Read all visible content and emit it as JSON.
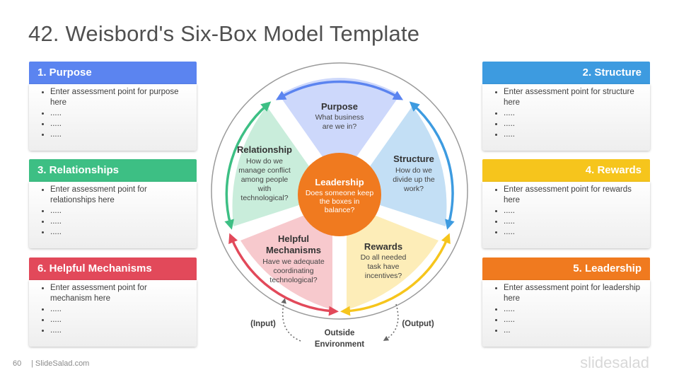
{
  "title": "42. Weisbord's Six-Box Model Template",
  "boxes": {
    "purpose": {
      "heading": "1. Purpose",
      "color": "#5b84f0",
      "points": [
        "Enter assessment  point for purpose here",
        ".....",
        ".....",
        "....."
      ]
    },
    "relationships": {
      "heading": "3. Relationships",
      "color": "#3dbf84",
      "points": [
        "Enter assessment  point for relationships here",
        ".....",
        ".....",
        "....."
      ]
    },
    "mechanisms": {
      "heading": "6. Helpful Mechanisms",
      "color": "#e2495a",
      "points": [
        "Enter assessment  point for mechanism here",
        ".....",
        ".....",
        "....."
      ]
    },
    "structure": {
      "heading": "2. Structure",
      "color": "#3d9be0",
      "points": [
        "Enter assessment  point for structure here",
        ".....",
        ".....",
        "....."
      ]
    },
    "rewards": {
      "heading": "4. Rewards",
      "color": "#f6c51c",
      "points": [
        "Enter assessment  point for rewards here",
        ".....",
        ".....",
        "....."
      ]
    },
    "leadership": {
      "heading": "5. Leadership",
      "color": "#f07a1f",
      "points": [
        "Enter assessment  point for leadership here",
        ".....",
        ".....",
        "..."
      ]
    }
  },
  "diagram": {
    "purpose": {
      "title": "Purpose",
      "lines": [
        "What business",
        "are we in?"
      ],
      "fill": "#cdd8fb",
      "arrow": "#5b84f0"
    },
    "structure": {
      "title": "Structure",
      "lines": [
        "How do we",
        "divide up the",
        "work?"
      ],
      "fill": "#c3dff5",
      "arrow": "#3d9be0"
    },
    "rewards": {
      "title": "Rewards",
      "lines": [
        "Do all needed",
        "task have",
        "incentives?"
      ],
      "fill": "#fdedb8",
      "arrow": "#f6c51c"
    },
    "mechanisms": {
      "title_lines": [
        "Helpful",
        "Mechanisms"
      ],
      "lines": [
        "Have we adequate",
        "coordinating",
        "technological?"
      ],
      "fill": "#f7c9cd",
      "arrow": "#e2495a"
    },
    "relationship": {
      "title": "Relationship",
      "lines": [
        "How do we",
        "manage conflict",
        "among people",
        "with",
        "technological?"
      ],
      "fill": "#c9eddb",
      "arrow": "#3dbf84"
    },
    "leadership": {
      "title": "Leadership",
      "lines": [
        "Does someone keep",
        "the boxes in",
        "balance?"
      ],
      "fill": "#f07a1f"
    },
    "input_label": "(Input)",
    "output_label": "(Output)",
    "environment_lines": [
      "Outside",
      "Environment"
    ]
  },
  "footer": {
    "page_number": "60",
    "site": "| SlideSalad.com",
    "brand": "slidesalad"
  }
}
